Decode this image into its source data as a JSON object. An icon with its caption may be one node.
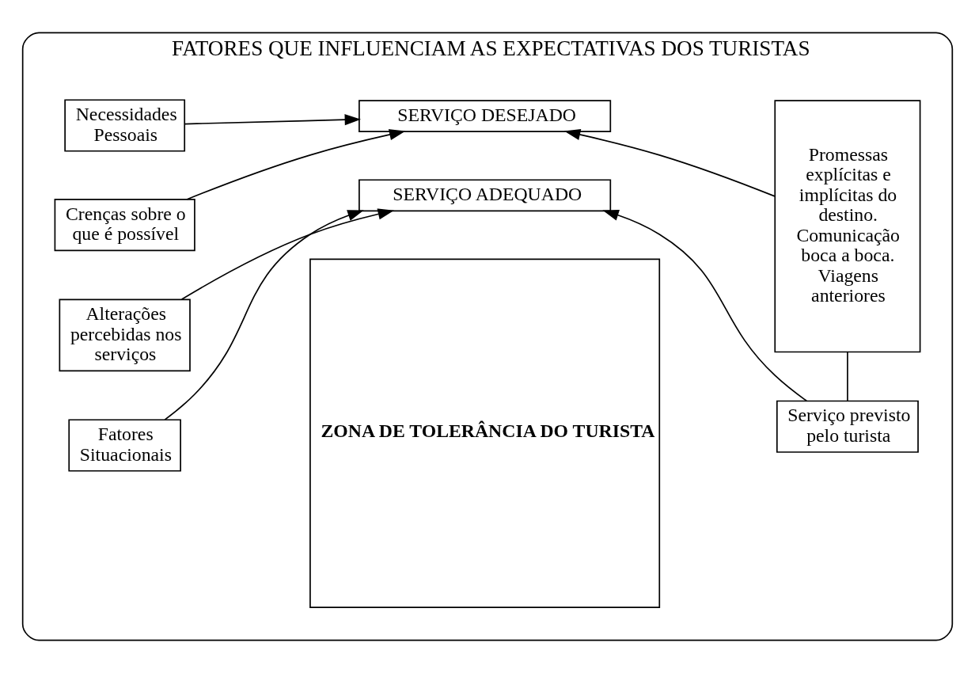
{
  "diagram": {
    "nodes": [
      {
        "text": [
          "FATORES QUE INFLUENCIAM AS EXPECTATIVAS DOS TURISTAS"
        ]
      },
      {
        "text": [
          "Necessidades Pessoais"
        ],
        "in": 0
      },
      {
        "text": [
          "Crenças sobre o que é possível"
        ],
        "in": 0
      },
      {
        "text": [
          "Alterações percebidas nos serviços"
        ],
        "in": 0
      },
      {
        "text": [
          "Fatores Situacionais"
        ],
        "in": 0
      },
      {
        "text": [
          "SERVIÇO DESEJADO"
        ],
        "in": 0
      },
      {
        "text": [
          "ZONA DE TOLERÂNCIA DO TURISTA"
        ],
        "in": 0
      },
      {
        "text": [
          "SERVIÇO ADEQUADO"
        ],
        "in": 0
      },
      {
        "text": [
          "Promessas explícitas e implícitas do destino. Comunicação boca a boca. Viagens anteriores"
        ],
        "in": 0
      },
      {
        "text": [
          "Serviço previsto pelo turista"
        ],
        "in": 0
      }
    ],
    "edges": [
      {
        "from": 1,
        "to": 5,
        "arrow": "to"
      },
      {
        "from": 2,
        "to": 5,
        "arrow": "to"
      },
      {
        "from": 3,
        "to": 7,
        "arrow": "to"
      },
      {
        "from": 4,
        "to": 7,
        "arrow": "to"
      },
      {
        "from": 8,
        "to": 5,
        "arrow": "to"
      },
      {
        "from": 9,
        "to": 7,
        "arrow": "to"
      },
      {
        "from": 8,
        "to": 9,
        "arrow": "none"
      }
    ]
  }
}
